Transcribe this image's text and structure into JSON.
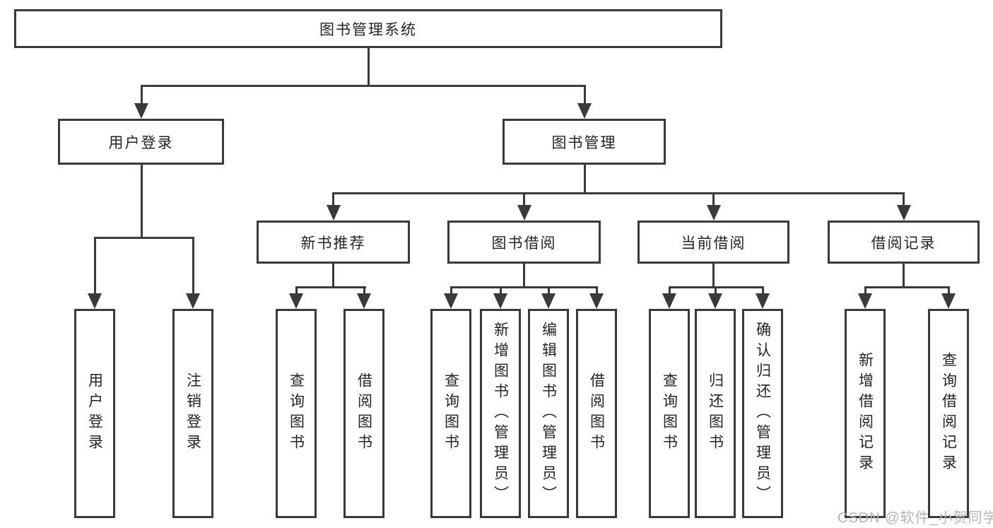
{
  "diagram": {
    "root": {
      "label": "图书管理系统"
    },
    "branches": [
      {
        "label": "用户登录",
        "children": [
          {
            "label": "用户登录"
          },
          {
            "label": "注销登录"
          }
        ]
      },
      {
        "label": "图书管理",
        "children": [
          {
            "label": "新书推荐",
            "children": [
              {
                "label": "查询图书"
              },
              {
                "label": "借阅图书"
              }
            ]
          },
          {
            "label": "图书借阅",
            "children": [
              {
                "label": "查询图书"
              },
              {
                "label": "新增图书（管理员）"
              },
              {
                "label": "编辑图书（管理员）"
              },
              {
                "label": "借阅图书"
              }
            ]
          },
          {
            "label": "当前借阅",
            "children": [
              {
                "label": "查询图书"
              },
              {
                "label": "归还图书"
              },
              {
                "label": "确认归还（管理员）"
              }
            ]
          },
          {
            "label": "借阅记录",
            "children": [
              {
                "label": "新增借阅记录"
              },
              {
                "label": "查询借阅记录"
              }
            ]
          }
        ]
      }
    ]
  },
  "watermark": {
    "text": "CSDN @软件_小贺同学"
  },
  "colors": {
    "line": "#3a3a3a",
    "text": "#222428",
    "background": "#ffffff",
    "watermark": "#b3b5b8"
  }
}
